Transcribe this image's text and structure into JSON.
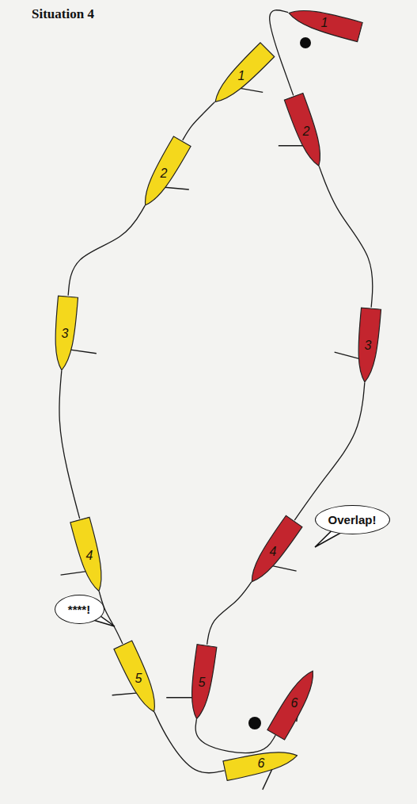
{
  "diagram": {
    "title": "Situation 4",
    "nodes": [
      {
        "text": [
          "1"
        ]
      },
      {
        "text": [
          "2"
        ]
      },
      {
        "text": [
          "3"
        ]
      },
      {
        "text": [
          "4"
        ]
      },
      {
        "text": [
          "5"
        ]
      },
      {
        "text": [
          "6"
        ]
      },
      {
        "text": [
          "1"
        ]
      },
      {
        "text": [
          "2"
        ]
      },
      {
        "text": [
          "3"
        ]
      },
      {
        "text": [
          "4"
        ]
      },
      {
        "text": [
          "5"
        ]
      },
      {
        "text": [
          "6"
        ]
      },
      {
        "text": [
          "Overlap!"
        ]
      },
      {
        "text": [
          "****!"
        ]
      }
    ],
    "edges": [
      {
        "from": 0,
        "to": 1,
        "arrow": "none"
      },
      {
        "from": 1,
        "to": 2,
        "arrow": "none"
      },
      {
        "from": 2,
        "to": 3,
        "arrow": "none"
      },
      {
        "from": 3,
        "to": 4,
        "arrow": "none"
      },
      {
        "from": 4,
        "to": 5,
        "arrow": "none"
      },
      {
        "from": 6,
        "to": 7,
        "arrow": "none"
      },
      {
        "from": 7,
        "to": 8,
        "arrow": "none"
      },
      {
        "from": 8,
        "to": 9,
        "arrow": "none"
      },
      {
        "from": 9,
        "to": 10,
        "arrow": "none"
      },
      {
        "from": 10,
        "to": 11,
        "arrow": "none"
      }
    ]
  }
}
